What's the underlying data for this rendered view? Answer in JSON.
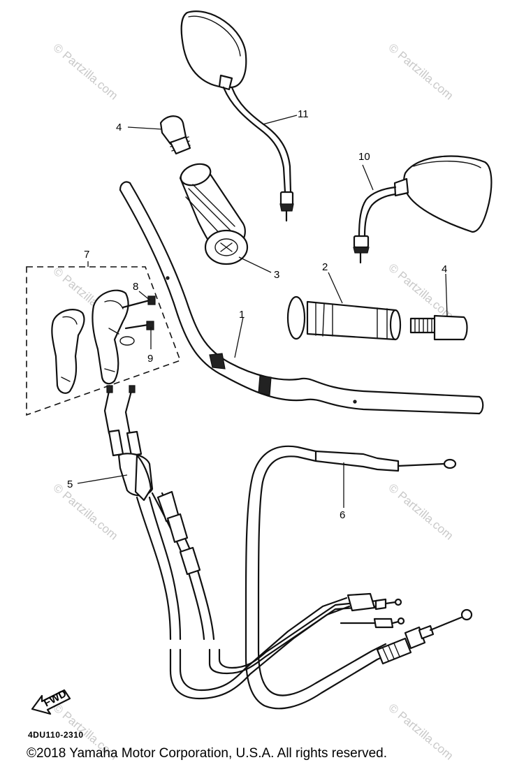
{
  "diagram": {
    "part_numbers": [
      "1",
      "2",
      "3",
      "4",
      "4",
      "5",
      "6",
      "7",
      "8",
      "9",
      "10",
      "11"
    ],
    "watermark": "© Partzilla.com",
    "front_arrow_label": "FWD",
    "drawing_code": "4DU110-2310",
    "copyright": "©2018 Yamaha Motor Corporation, U.S.A. All rights reserved."
  }
}
